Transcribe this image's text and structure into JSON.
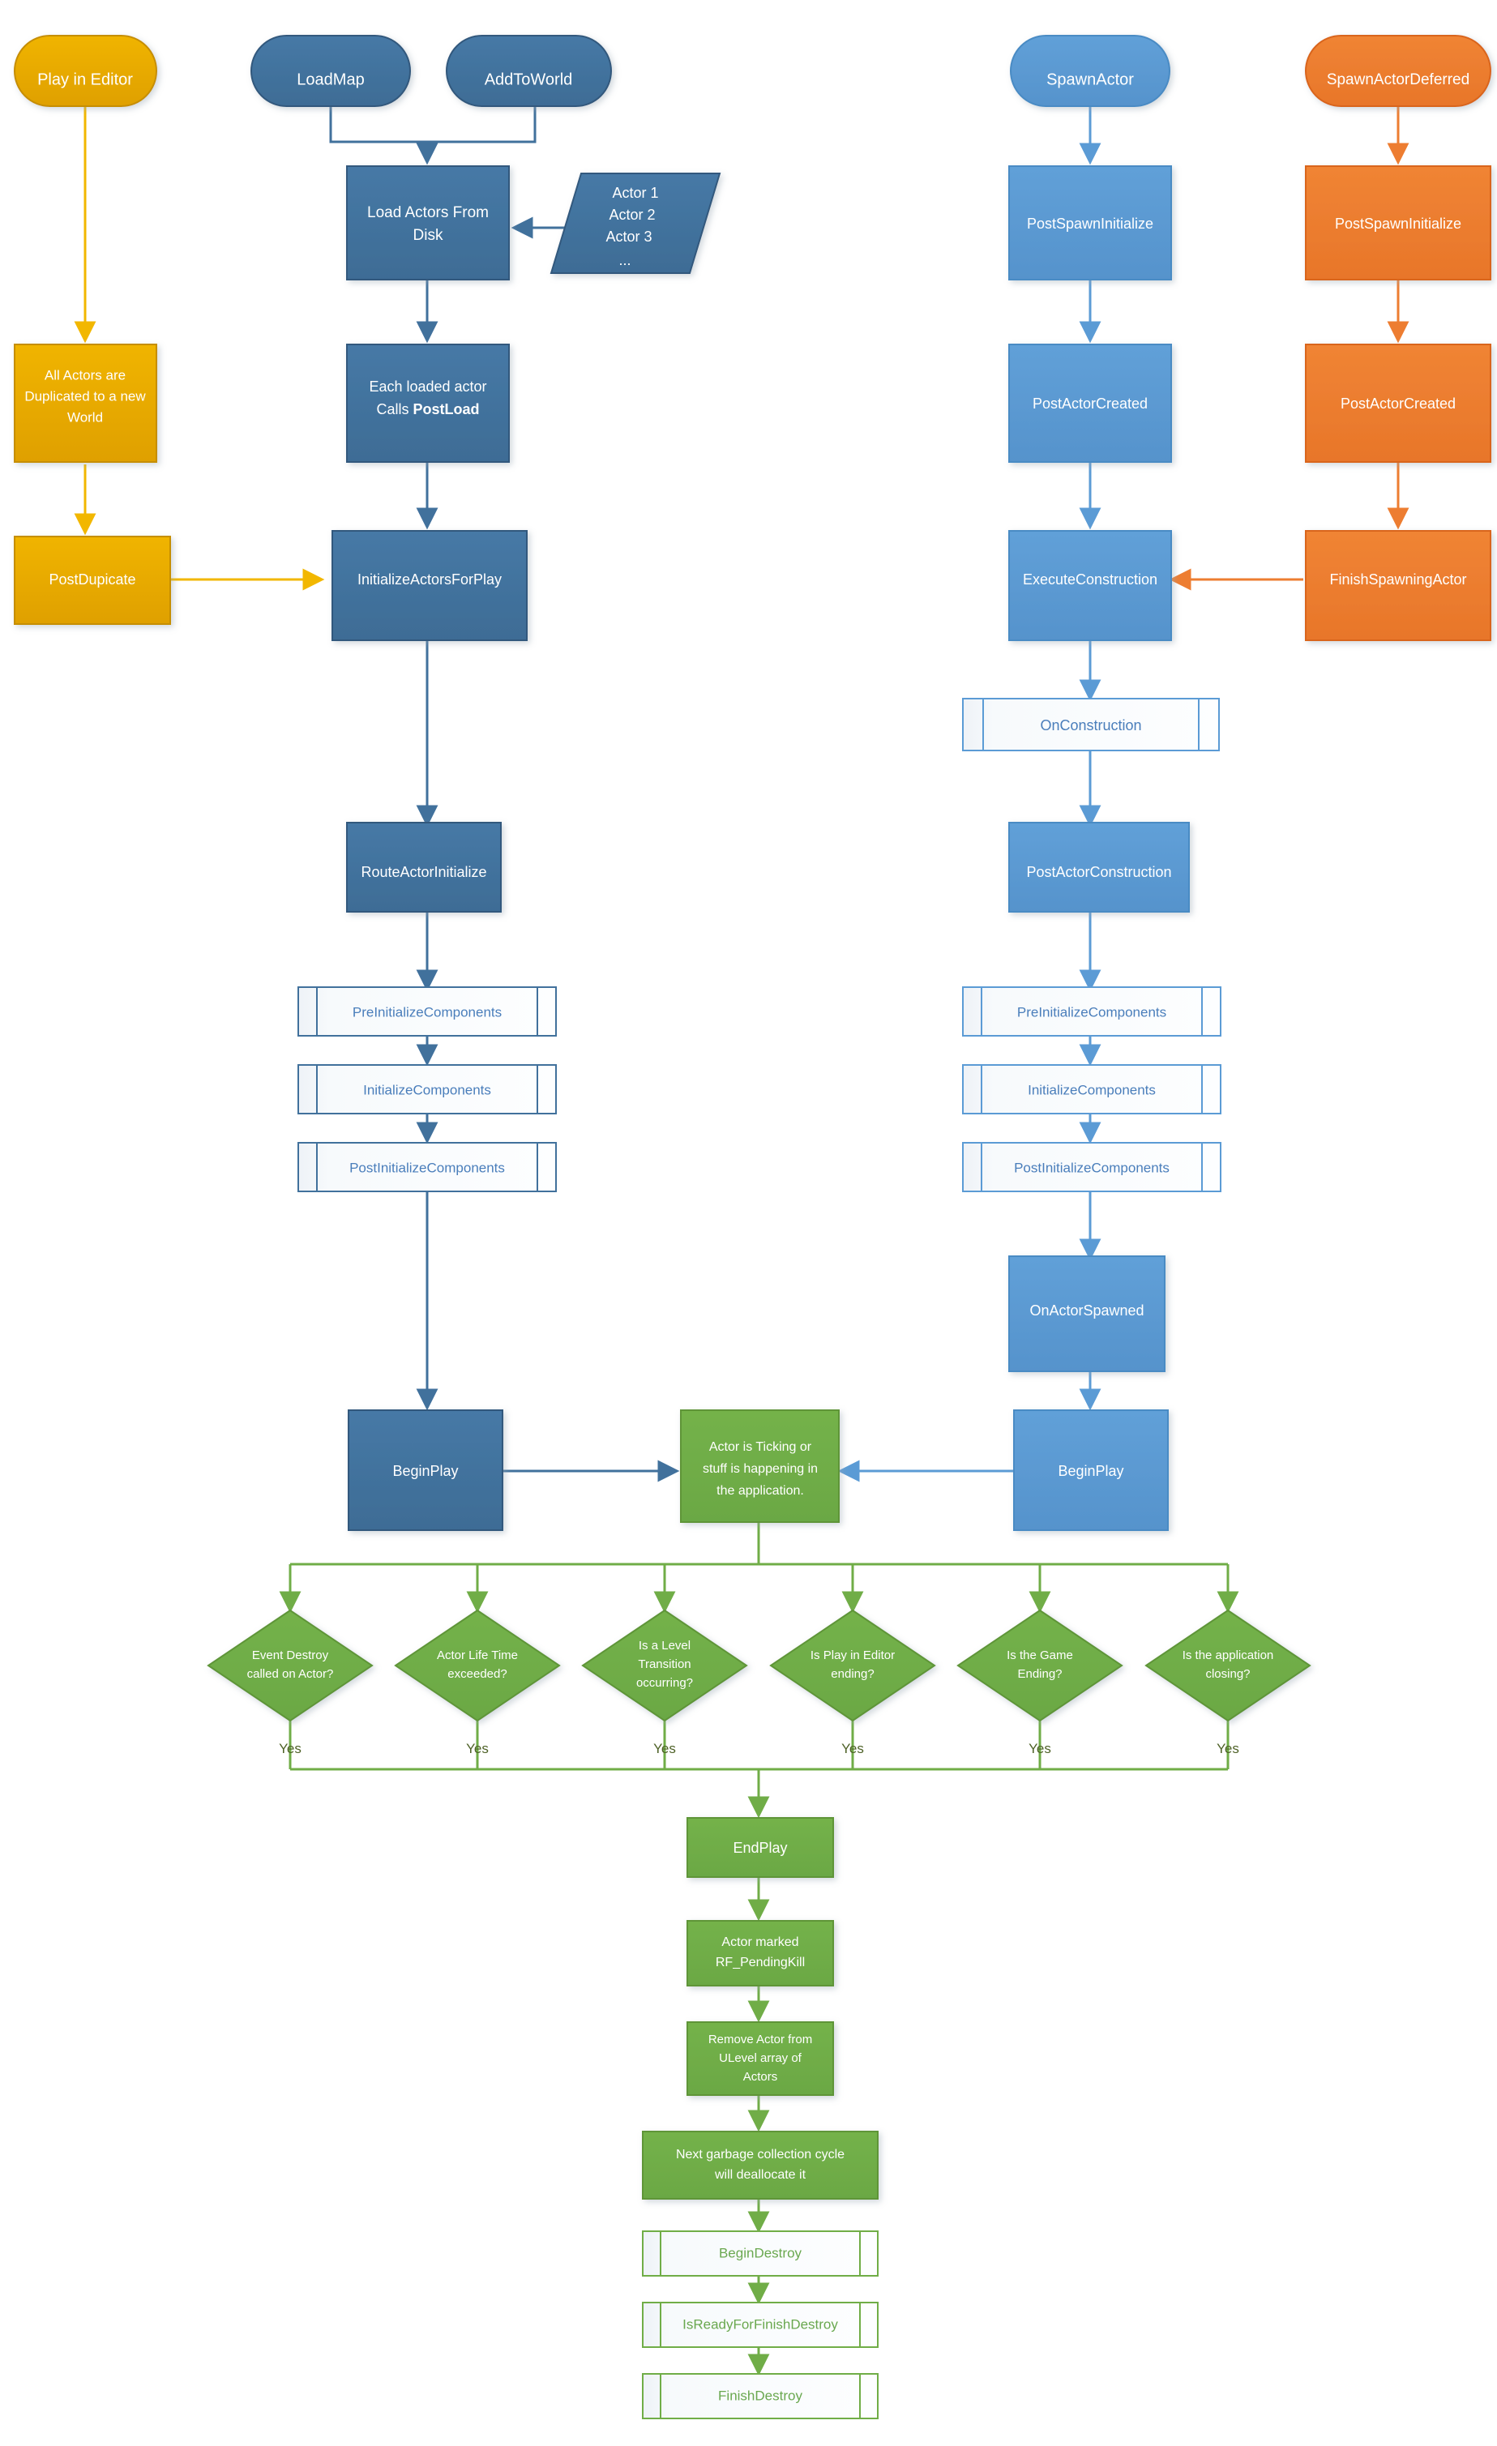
{
  "title": "Unreal Engine Actor Lifecycle Flowchart",
  "colors": {
    "yellow_fill": "#E8A900",
    "yellow_stroke": "#C68E00",
    "yellow_line": "#F2B700",
    "dark_blue_fill": "#41719C",
    "dark_blue_stroke": "#31597D",
    "dark_blue_line": "#41719C",
    "light_blue_fill": "#5B9BD5",
    "light_blue_stroke": "#4A8BC4",
    "light_blue_line": "#5B9BD5",
    "orange_fill": "#ED7D31",
    "orange_stroke": "#D9651D",
    "orange_line": "#ED7D31",
    "green_fill": "#70AD47",
    "green_stroke": "#5E9537",
    "green_line": "#70AD47",
    "subroutine_fill": "#F7F9FB",
    "white": "#FFFFFF",
    "page_bg": "#FFFFFF"
  },
  "nodes": {
    "play_in_editor": {
      "label": "Play in Editor",
      "shape": "terminator",
      "color": "yellow"
    },
    "load_map": {
      "label": "LoadMap",
      "shape": "terminator",
      "color": "dark_blue"
    },
    "add_to_world": {
      "label": "AddToWorld",
      "shape": "terminator",
      "color": "dark_blue"
    },
    "spawn_actor": {
      "label": "SpawnActor",
      "shape": "terminator",
      "color": "light_blue"
    },
    "spawn_actor_deferred": {
      "label": "SpawnActorDeferred",
      "shape": "terminator",
      "color": "orange"
    },
    "load_actors_from_disk": {
      "label_line1": "Load Actors From",
      "label_line2": "Disk",
      "shape": "process",
      "color": "dark_blue"
    },
    "actor_list": {
      "line1": "Actor 1",
      "line2": "Actor 2",
      "line3": "Actor 3",
      "line4": "...",
      "shape": "data",
      "color": "dark_blue"
    },
    "all_actors_duplicated": {
      "label_line1": "All Actors are",
      "label_line2": "Duplicated to a new",
      "label_line3": "World",
      "shape": "process",
      "color": "yellow"
    },
    "each_loaded_actor": {
      "label_line1": "Each loaded actor",
      "label_line2_plain": "Calls ",
      "label_line2_bold": "PostLoad",
      "shape": "process",
      "color": "dark_blue"
    },
    "post_duplicate": {
      "label": "PostDupicate",
      "shape": "process",
      "color": "yellow"
    },
    "initialize_actors_for_play": {
      "label": "InitializeActorsForPlay",
      "shape": "process",
      "color": "dark_blue"
    },
    "post_spawn_initialize_blue": {
      "label": "PostSpawnInitialize",
      "shape": "process",
      "color": "light_blue"
    },
    "post_spawn_initialize_orange": {
      "label": "PostSpawnInitialize",
      "shape": "process",
      "color": "orange"
    },
    "post_actor_created_blue": {
      "label": "PostActorCreated",
      "shape": "process",
      "color": "light_blue"
    },
    "post_actor_created_orange": {
      "label": "PostActorCreated",
      "shape": "process",
      "color": "orange"
    },
    "execute_construction": {
      "label": "ExecuteConstruction",
      "shape": "process",
      "color": "light_blue"
    },
    "finish_spawning_actor": {
      "label": "FinishSpawningActor",
      "shape": "process",
      "color": "orange"
    },
    "on_construction": {
      "label": "OnConstruction",
      "shape": "subroutine",
      "color": "light_blue"
    },
    "post_actor_construction": {
      "label": "PostActorConstruction",
      "shape": "process",
      "color": "light_blue"
    },
    "route_actor_initialize": {
      "label": "RouteActorInitialize",
      "shape": "process",
      "color": "dark_blue"
    },
    "pre_initialize_components_left": {
      "label": "PreInitializeComponents",
      "shape": "subroutine",
      "color": "dark_blue"
    },
    "initialize_components_left": {
      "label": "InitializeComponents",
      "shape": "subroutine",
      "color": "dark_blue"
    },
    "post_initialize_components_left": {
      "label": "PostInitializeComponents",
      "shape": "subroutine",
      "color": "dark_blue"
    },
    "pre_initialize_components_right": {
      "label": "PreInitializeComponents",
      "shape": "subroutine",
      "color": "light_blue"
    },
    "initialize_components_right": {
      "label": "InitializeComponents",
      "shape": "subroutine",
      "color": "light_blue"
    },
    "post_initialize_components_right": {
      "label": "PostInitializeComponents",
      "shape": "subroutine",
      "color": "light_blue"
    },
    "on_actor_spawned": {
      "label": "OnActorSpawned",
      "shape": "process",
      "color": "light_blue"
    },
    "begin_play_left": {
      "label": "BeginPlay",
      "shape": "process",
      "color": "dark_blue"
    },
    "begin_play_right": {
      "label": "BeginPlay",
      "shape": "process",
      "color": "light_blue"
    },
    "actor_ticking": {
      "label_line1": "Actor is Ticking or",
      "label_line2": "stuff is happening in",
      "label_line3": "the application.",
      "shape": "process",
      "color": "green"
    },
    "end_play": {
      "label": "EndPlay",
      "shape": "process",
      "color": "green"
    },
    "actor_marked_pendingkill": {
      "label_line1": "Actor marked",
      "label_line2": "RF_PendingKill",
      "shape": "process",
      "color": "green"
    },
    "remove_actor_ulevel": {
      "label_line1": "Remove Actor from",
      "label_line2": "ULevel array of",
      "label_line3": "Actors",
      "shape": "process",
      "color": "green"
    },
    "next_gc_cycle": {
      "label_line1": "Next garbage collection cycle",
      "label_line2": "will deallocate it",
      "shape": "process",
      "color": "green"
    },
    "begin_destroy": {
      "label": "BeginDestroy",
      "shape": "subroutine",
      "color": "green"
    },
    "is_ready_for_finish_destroy": {
      "label": "IsReadyForFinishDestroy",
      "shape": "subroutine",
      "color": "green"
    },
    "finish_destroy": {
      "label": "FinishDestroy",
      "shape": "subroutine",
      "color": "green"
    }
  },
  "decisions": [
    {
      "id": "event-destroy",
      "line1": "Event Destroy",
      "line2": "called on Actor?",
      "yes": "Yes"
    },
    {
      "id": "actor-life-time",
      "line1": "Actor Life Time",
      "line2": "exceeded?",
      "yes": "Yes"
    },
    {
      "id": "level-transition",
      "line1": "Is a Level",
      "line2": "Transition",
      "line3": "occurring?",
      "yes": "Yes"
    },
    {
      "id": "play-in-editor-ending",
      "line1": "Is Play in Editor",
      "line2": "ending?",
      "yes": "Yes"
    },
    {
      "id": "game-ending",
      "line1": "Is the Game",
      "line2": "Ending?",
      "yes": "Yes"
    },
    {
      "id": "application-closing",
      "line1": "Is the application",
      "line2": "closing?",
      "yes": "Yes"
    }
  ]
}
